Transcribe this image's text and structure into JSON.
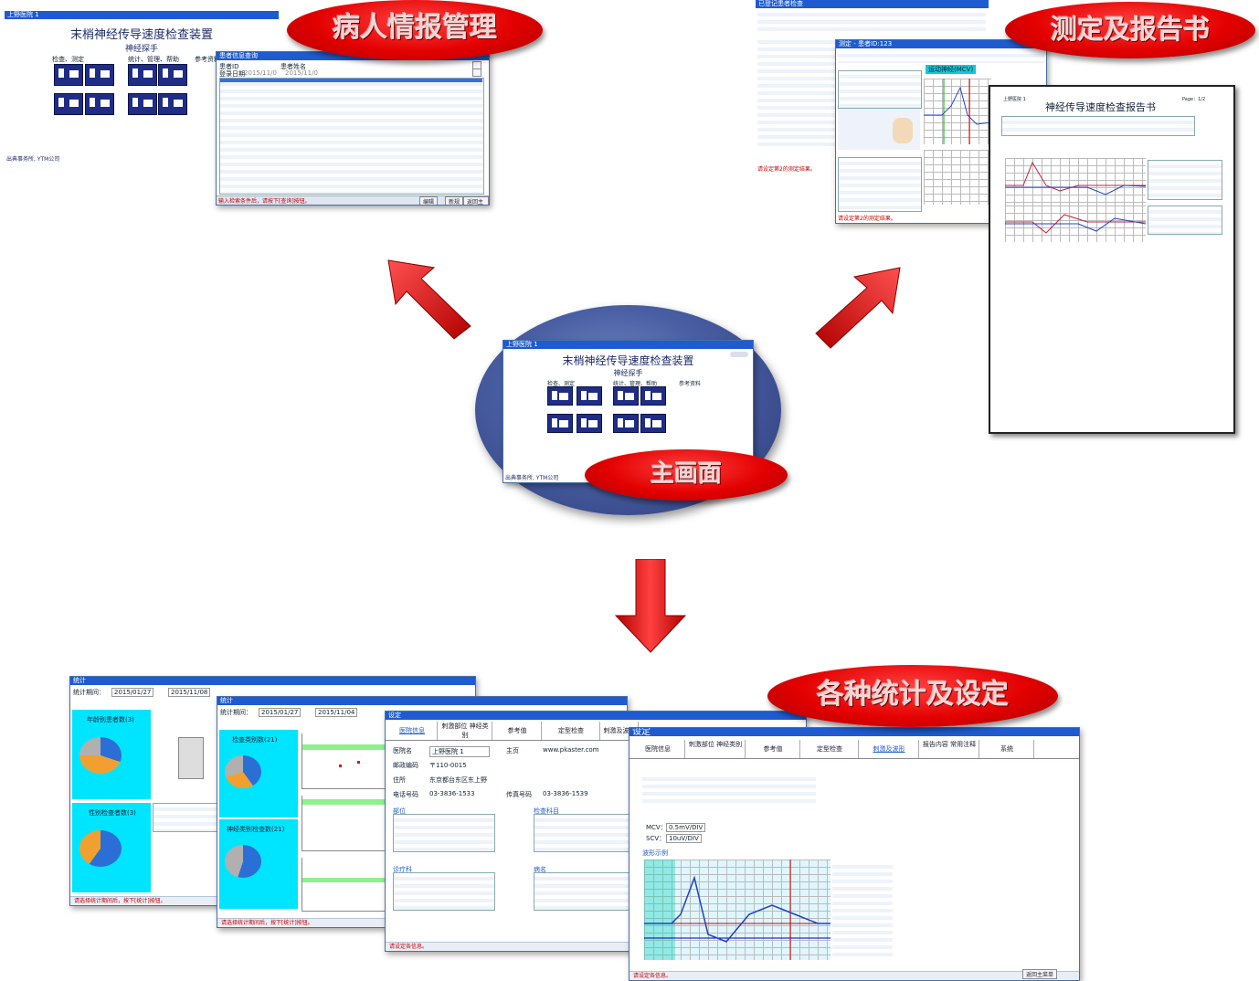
{
  "labels": {
    "patient_mgmt": "病人情报管理",
    "report": "测定及报告书",
    "main_screen": "主画面",
    "stats_settings": "各种统计及设定"
  },
  "main_window": {
    "title": "上野医院 1",
    "app_title": "末梢神经传导速度检查装置",
    "app_subtitle": "神经探手",
    "sections": [
      "检查、测定",
      "统计、管理、帮助",
      "参考资料"
    ],
    "status": "出典事务所, YTM公司"
  },
  "patient_window": {
    "title": "患者信息查询",
    "fields": [
      "患者ID",
      "患者姓名",
      "登录日期"
    ],
    "date_from": "2015/11/0",
    "date_to": "2015/11/0",
    "status": "输入检索条件后，请按下[查询]按钮。",
    "buttons": [
      "编辑",
      "新规",
      "返回主菜单"
    ]
  },
  "measure_window": {
    "title": "已登记患者检查",
    "sub_title": "测定 - 患者ID:123",
    "nerve_label": "运动神经(MCV)",
    "status": "请设定第2的测定结果。"
  },
  "report": {
    "heading": "神经传导速度检查报告书",
    "page": "Page：1/2",
    "hospital": "上野医院 1"
  },
  "stats_window1": {
    "title": "统计",
    "period_label": "统计期间：",
    "date_from": "2015/01/27",
    "date_to": "2015/11/08",
    "chart1": "年龄别患者数(3)",
    "chart2": "性别检查者数(3)",
    "status": "请选择统计期间后，按下[统计]按钮。"
  },
  "stats_window2": {
    "title": "统计",
    "period_label": "统计期间：",
    "date_from": "2015/01/27",
    "date_to": "2015/11/04",
    "chart1": "检查类别数(21)",
    "chart2": "神经类别检查数(21)",
    "status": "请选择统计期间后，按下[统计]按钮。"
  },
  "settings_window1": {
    "title": "设定",
    "tabs": [
      "医院信息",
      "刺激部位 神经类别",
      "参考值",
      "定型检查",
      "刺激及波形"
    ],
    "hospital_name_label": "医院名",
    "hospital_name": "上野医院 1",
    "zip_label": "邮政编码",
    "zip": "〒110-0015",
    "address_label": "住所",
    "address": "东京都台东区东上野",
    "tel_label": "电话号码",
    "tel": "03-3836-1533",
    "fax_label": "传真号码",
    "fax": "03-3836-1539",
    "homepage_label": "主页",
    "homepage": "www.pkaster.com",
    "list_labels": [
      "部位",
      "检查科目",
      "诊疗科",
      "病名"
    ],
    "status": "请设定各信息。"
  },
  "settings_window2": {
    "title": "设定",
    "tabs": [
      "医院信息",
      "刺激部位 神经类别",
      "参考值",
      "定型检查",
      "刺激及波形",
      "报告内容 常用注释",
      "系统"
    ],
    "mcv_label": "MCV：",
    "mcv_value": "0.5mV/DIV",
    "scv_label": "SCV：",
    "scv_value": "10uV/DIV",
    "wave_label": "波形示例",
    "status": "请设定各信息。",
    "button": "返回主菜单"
  },
  "colors": {
    "title_bar": "#1e5bd0",
    "badge_red": "#e30000",
    "arrow_red": "#e00000",
    "icon_navy": "#1f2d86",
    "cyan_panel": "#00e5ff",
    "status_red": "#c00000"
  }
}
